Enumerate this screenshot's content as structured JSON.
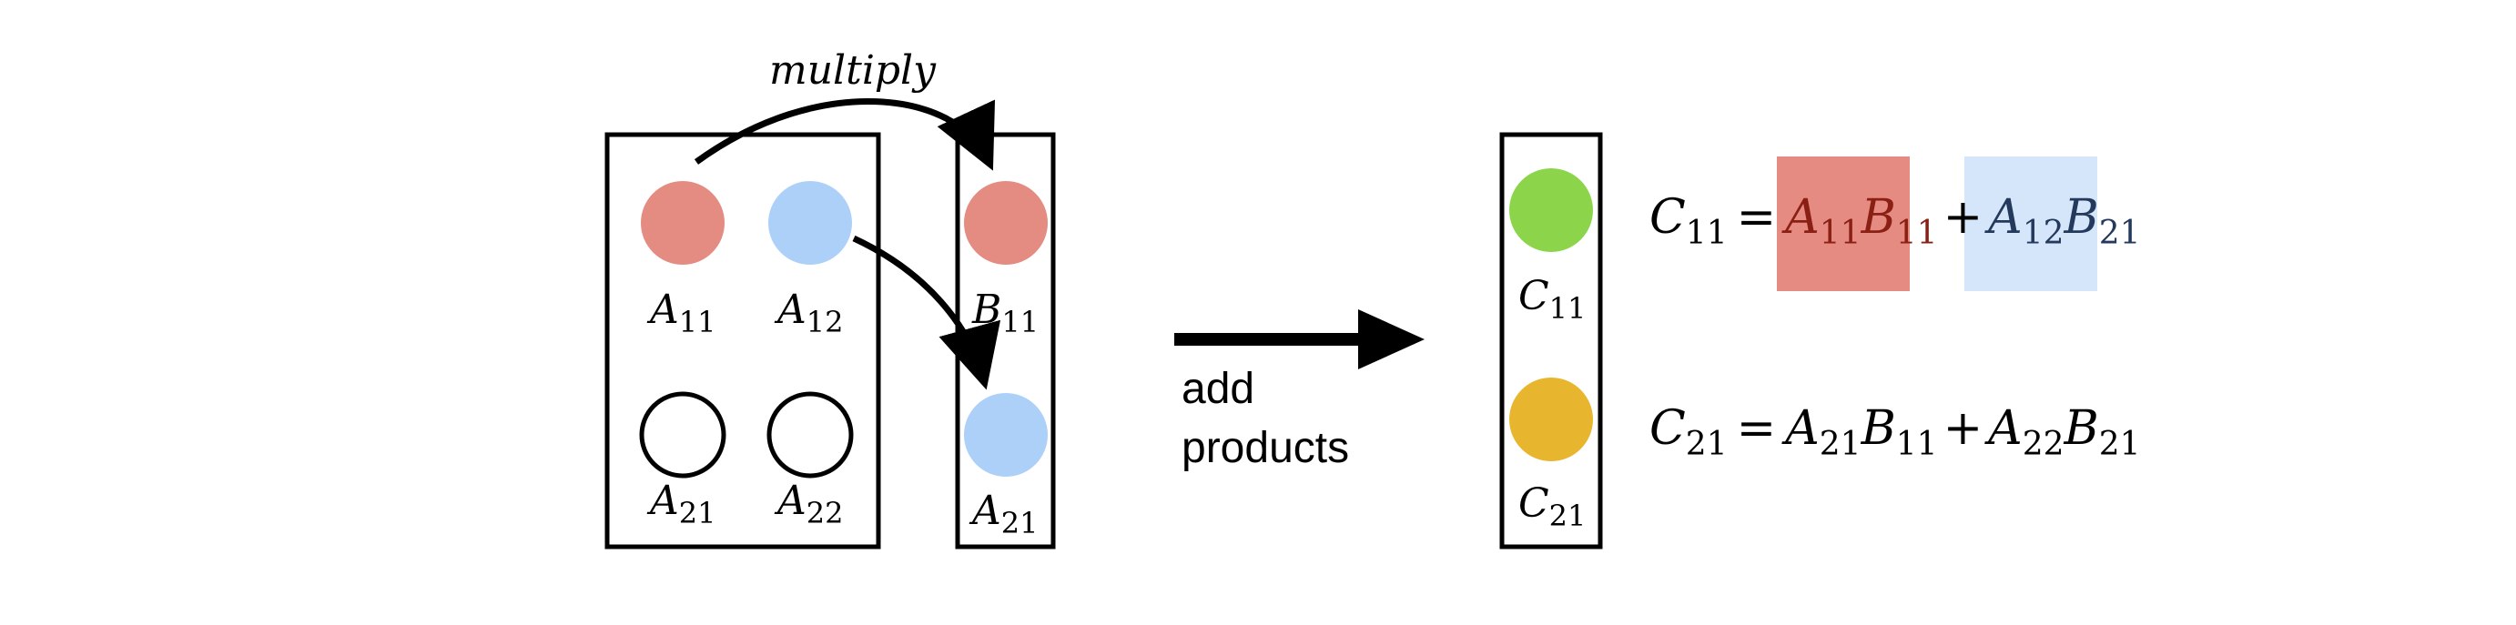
{
  "colors": {
    "red": "#e48b82",
    "blue": "#add0f9",
    "green": "#8cd54b",
    "yellow": "#e8b62e",
    "red_highlight": "#e58b82",
    "blue_highlight": "#d5e6fb",
    "red_text": "#8a1f14",
    "blue_text": "#243a5c",
    "black": "#000000"
  },
  "matrix_a": {
    "a11": {
      "base": "A",
      "sub": "11"
    },
    "a12": {
      "base": "A",
      "sub": "12"
    },
    "a21": {
      "base": "A",
      "sub": "21"
    },
    "a22": {
      "base": "A",
      "sub": "22"
    }
  },
  "vector_b": {
    "b11": {
      "base": "B",
      "sub": "11"
    },
    "b21": {
      "base": "A",
      "sub": "21"
    }
  },
  "vector_c": {
    "c11": {
      "base": "C",
      "sub": "11"
    },
    "c21": {
      "base": "C",
      "sub": "21"
    }
  },
  "multiply_label": "multiply",
  "add_label_line1": "add",
  "add_label_line2": "products",
  "equation1": {
    "lhs": {
      "base": "C",
      "sub": "11"
    },
    "eq": "=",
    "t1a": {
      "base": "A",
      "sub": "11"
    },
    "t1b": {
      "base": "B",
      "sub": "11"
    },
    "plus": "+",
    "t2a": {
      "base": "A",
      "sub": "12"
    },
    "t2b": {
      "base": "B",
      "sub": "21"
    }
  },
  "equation2": {
    "lhs": {
      "base": "C",
      "sub": "21"
    },
    "eq": "=",
    "t1a": {
      "base": "A",
      "sub": "21"
    },
    "t1b": {
      "base": "B",
      "sub": "11"
    },
    "plus": "+",
    "t2a": {
      "base": "A",
      "sub": "22"
    },
    "t2b": {
      "base": "B",
      "sub": "21"
    }
  }
}
